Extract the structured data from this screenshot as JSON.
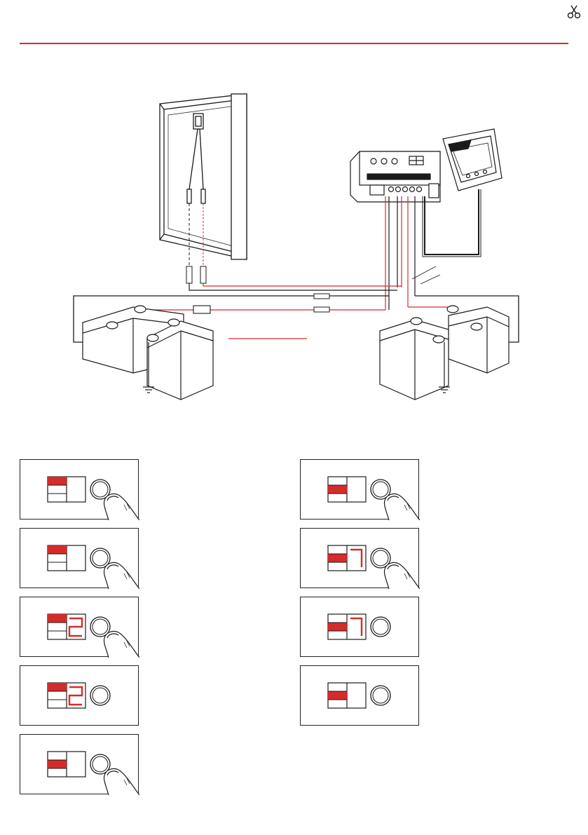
{
  "colors": {
    "accent": "#d62b2b",
    "line": "#1a1a1a",
    "panel_border": "#222222",
    "background": "#ffffff"
  },
  "icons": {
    "corner": "scissors-icon",
    "ground": "ground-icon",
    "button": "push-button-icon",
    "finger": "finger-press-icon"
  },
  "diagram": {
    "components": [
      "solar-panel",
      "charge-controller",
      "remote-display",
      "fuse",
      "battery-bank-left",
      "battery-bank-right"
    ]
  },
  "steps": [
    {
      "id": 1,
      "highlight": "top",
      "digit": "",
      "pressed": true
    },
    {
      "id": 2,
      "highlight": "top",
      "digit": "",
      "pressed": true
    },
    {
      "id": 3,
      "highlight": "top",
      "digit": "2",
      "pressed": true
    },
    {
      "id": 4,
      "highlight": "top",
      "digit": "2",
      "pressed": false
    },
    {
      "id": 5,
      "highlight": "middle",
      "digit": "",
      "pressed": true
    },
    {
      "id": 6,
      "highlight": "middle",
      "digit": "",
      "pressed": true
    },
    {
      "id": 7,
      "highlight": "middle",
      "digit": "7",
      "pressed": true
    },
    {
      "id": 8,
      "highlight": "middle",
      "digit": "7",
      "pressed": false
    },
    {
      "id": 9,
      "highlight": "middle",
      "digit": "",
      "pressed": false
    }
  ]
}
